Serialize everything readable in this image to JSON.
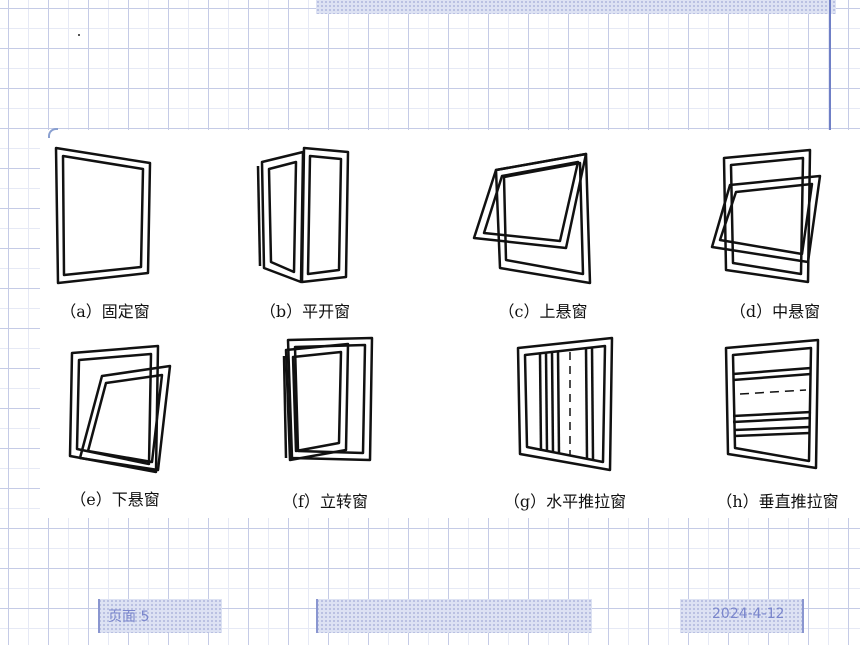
{
  "windows": [
    {
      "id": "a",
      "caption": "（a）固定窗"
    },
    {
      "id": "b",
      "caption": "（b）平开窗"
    },
    {
      "id": "c",
      "caption": "（c）上悬窗"
    },
    {
      "id": "d",
      "caption": "（d）中悬窗"
    },
    {
      "id": "e",
      "caption": "（e）下悬窗"
    },
    {
      "id": "f",
      "caption": "（f）立转窗"
    },
    {
      "id": "g",
      "caption": "（g）水平推拉窗"
    },
    {
      "id": "h",
      "caption": "（h）垂直推拉窗"
    }
  ],
  "footer": {
    "page_label": "页面 5",
    "date": "2024-4-12"
  },
  "colors": {
    "grid_line": "#c5cbe6",
    "accent": "#7a86cc",
    "ink": "#111111"
  }
}
